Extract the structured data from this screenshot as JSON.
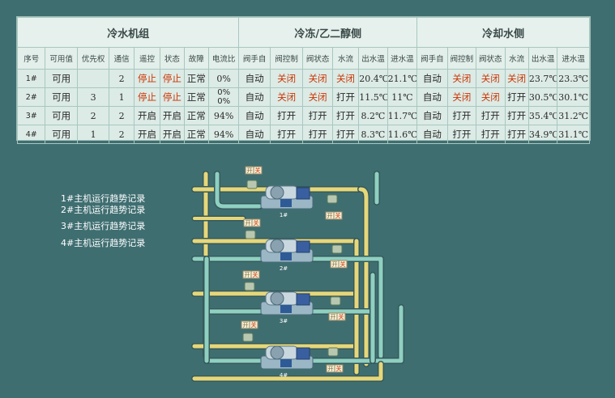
{
  "table": {
    "groups": [
      "冷水机组",
      "冷冻/乙二醇侧",
      "冷却水侧"
    ],
    "columns": [
      "序号",
      "可用值",
      "优先权",
      "通信",
      "遥控",
      "状态",
      "故障",
      "电流比",
      "阀手自",
      "阀控制",
      "阀状态",
      "水流",
      "出水温",
      "进水温",
      "阀手自",
      "阀控制",
      "阀状态",
      "水流",
      "出水温",
      "进水温"
    ],
    "rows": [
      {
        "id": "1#",
        "avail": "可用",
        "priority": "",
        "comm": "2",
        "remote": "停止",
        "state": "停止",
        "fault": "正常",
        "current": "0%",
        "current2": "",
        "fz_mode": "自动",
        "fz_ctrl": "关闭",
        "fz_state": "关闭",
        "fz_flow": "关闭",
        "fz_out": "20.4℃",
        "fz_in": "21.1℃",
        "cl_mode": "自动",
        "cl_ctrl": "关闭",
        "cl_state": "关闭",
        "cl_flow": "关闭",
        "cl_out": "23.7℃",
        "cl_in": "23.3℃"
      },
      {
        "id": "2#",
        "avail": "可用",
        "priority": "3",
        "comm": "1",
        "remote": "停止",
        "state": "停止",
        "fault": "正常",
        "current": "0%",
        "current2": "0%",
        "fz_mode": "自动",
        "fz_ctrl": "关闭",
        "fz_state": "关闭",
        "fz_flow": "打开",
        "fz_out": "11.5℃",
        "fz_in": "11℃",
        "cl_mode": "自动",
        "cl_ctrl": "关闭",
        "cl_state": "关闭",
        "cl_flow": "打开",
        "cl_out": "30.5℃",
        "cl_in": "30.1℃"
      },
      {
        "id": "3#",
        "avail": "可用",
        "priority": "2",
        "comm": "2",
        "remote": "开启",
        "state": "开启",
        "fault": "正常",
        "current": "94%",
        "current2": "",
        "fz_mode": "自动",
        "fz_ctrl": "打开",
        "fz_state": "打开",
        "fz_flow": "打开",
        "fz_out": "8.2℃",
        "fz_in": "11.7℃",
        "cl_mode": "自动",
        "cl_ctrl": "打开",
        "cl_state": "打开",
        "cl_flow": "打开",
        "cl_out": "35.4℃",
        "cl_in": "31.2℃"
      },
      {
        "id": "4#",
        "avail": "可用",
        "priority": "1",
        "comm": "2",
        "remote": "开启",
        "state": "开启",
        "fault": "正常",
        "current": "94%",
        "current2": "",
        "fz_mode": "自动",
        "fz_ctrl": "打开",
        "fz_state": "打开",
        "fz_flow": "打开",
        "fz_out": "8.3℃",
        "fz_in": "11.6℃",
        "cl_mode": "自动",
        "cl_ctrl": "打开",
        "cl_state": "打开",
        "cl_flow": "打开",
        "cl_out": "34.9℃",
        "cl_in": "31.1℃"
      }
    ]
  },
  "links": [
    "1#主机运行趋势记录",
    "2#主机运行趋势记录",
    "3#主机运行趋势记录",
    "4#主机运行趋势记录"
  ],
  "diagram": {
    "chiller_labels": [
      "1#",
      "2#",
      "3#",
      "4#"
    ],
    "toggle_on": "开",
    "toggle_off": "关",
    "pipe_supply_color": "#e6d77a",
    "pipe_return_color": "#8fd0c0"
  },
  "colors": {
    "background": "#3f6e71",
    "alarm_text": "#cc3300",
    "ok_text": "#2a5db0"
  }
}
